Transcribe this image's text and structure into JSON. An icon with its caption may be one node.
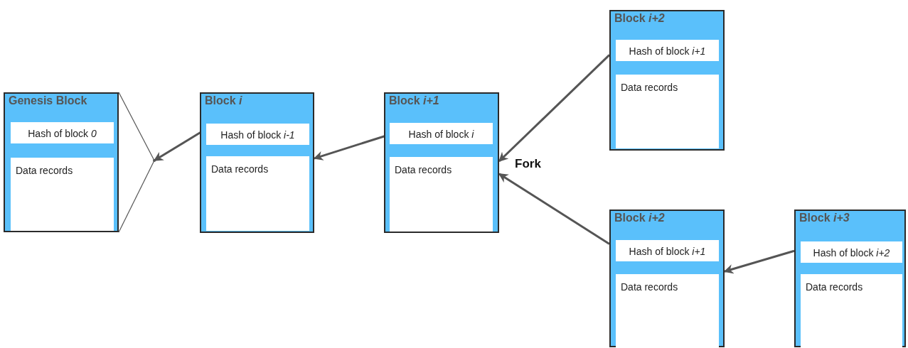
{
  "diagram": {
    "nodes": [
      {
        "text": [
          "Genesis Block"
        ]
      },
      {
        "text": [
          "Hash of block *0*"
        ],
        "in": 0
      },
      {
        "text": [
          "Data records"
        ],
        "in": 0
      },
      {
        "text": [],
        "shape": "point"
      },
      {
        "text": [
          "Block *i*"
        ]
      },
      {
        "text": [
          "Hash of block *i-1*"
        ],
        "in": 4
      },
      {
        "text": [
          "Data records"
        ],
        "in": 4
      },
      {
        "text": [
          "Block *i+1*"
        ]
      },
      {
        "text": [
          "Hash of block *i*"
        ],
        "in": 7
      },
      {
        "text": [
          "Data records"
        ],
        "in": 7
      },
      {
        "text": [
          "Block *i+2*"
        ]
      },
      {
        "text": [
          "Hash of block *i+1*"
        ],
        "in": 10
      },
      {
        "text": [
          "Data records"
        ],
        "in": 10
      },
      {
        "text": [
          "Block *i+2*"
        ]
      },
      {
        "text": [
          "Hash of block *i+1*"
        ],
        "in": 13
      },
      {
        "text": [
          "Data records"
        ],
        "in": 13
      },
      {
        "text": [
          "Block *i+3*"
        ]
      },
      {
        "text": [
          "Hash of block *i+2*"
        ],
        "in": 16
      },
      {
        "text": [
          "Data records"
        ],
        "in": 16
      }
    ],
    "edges": [
      {
        "from": 0,
        "to": 3,
        "arrow": "none"
      },
      {
        "from": 0,
        "to": 3,
        "arrow": "none"
      },
      {
        "from": 5,
        "to": 3,
        "arrow": "to"
      },
      {
        "from": 8,
        "to": 4,
        "arrow": "to"
      },
      {
        "from": 10,
        "to": 7,
        "arrow": "to"
      },
      {
        "from": 13,
        "to": 7,
        "arrow": "to"
      },
      {
        "from": 16,
        "to": 13,
        "arrow": "to"
      }
    ],
    "labels": [
      "Fork"
    ]
  }
}
